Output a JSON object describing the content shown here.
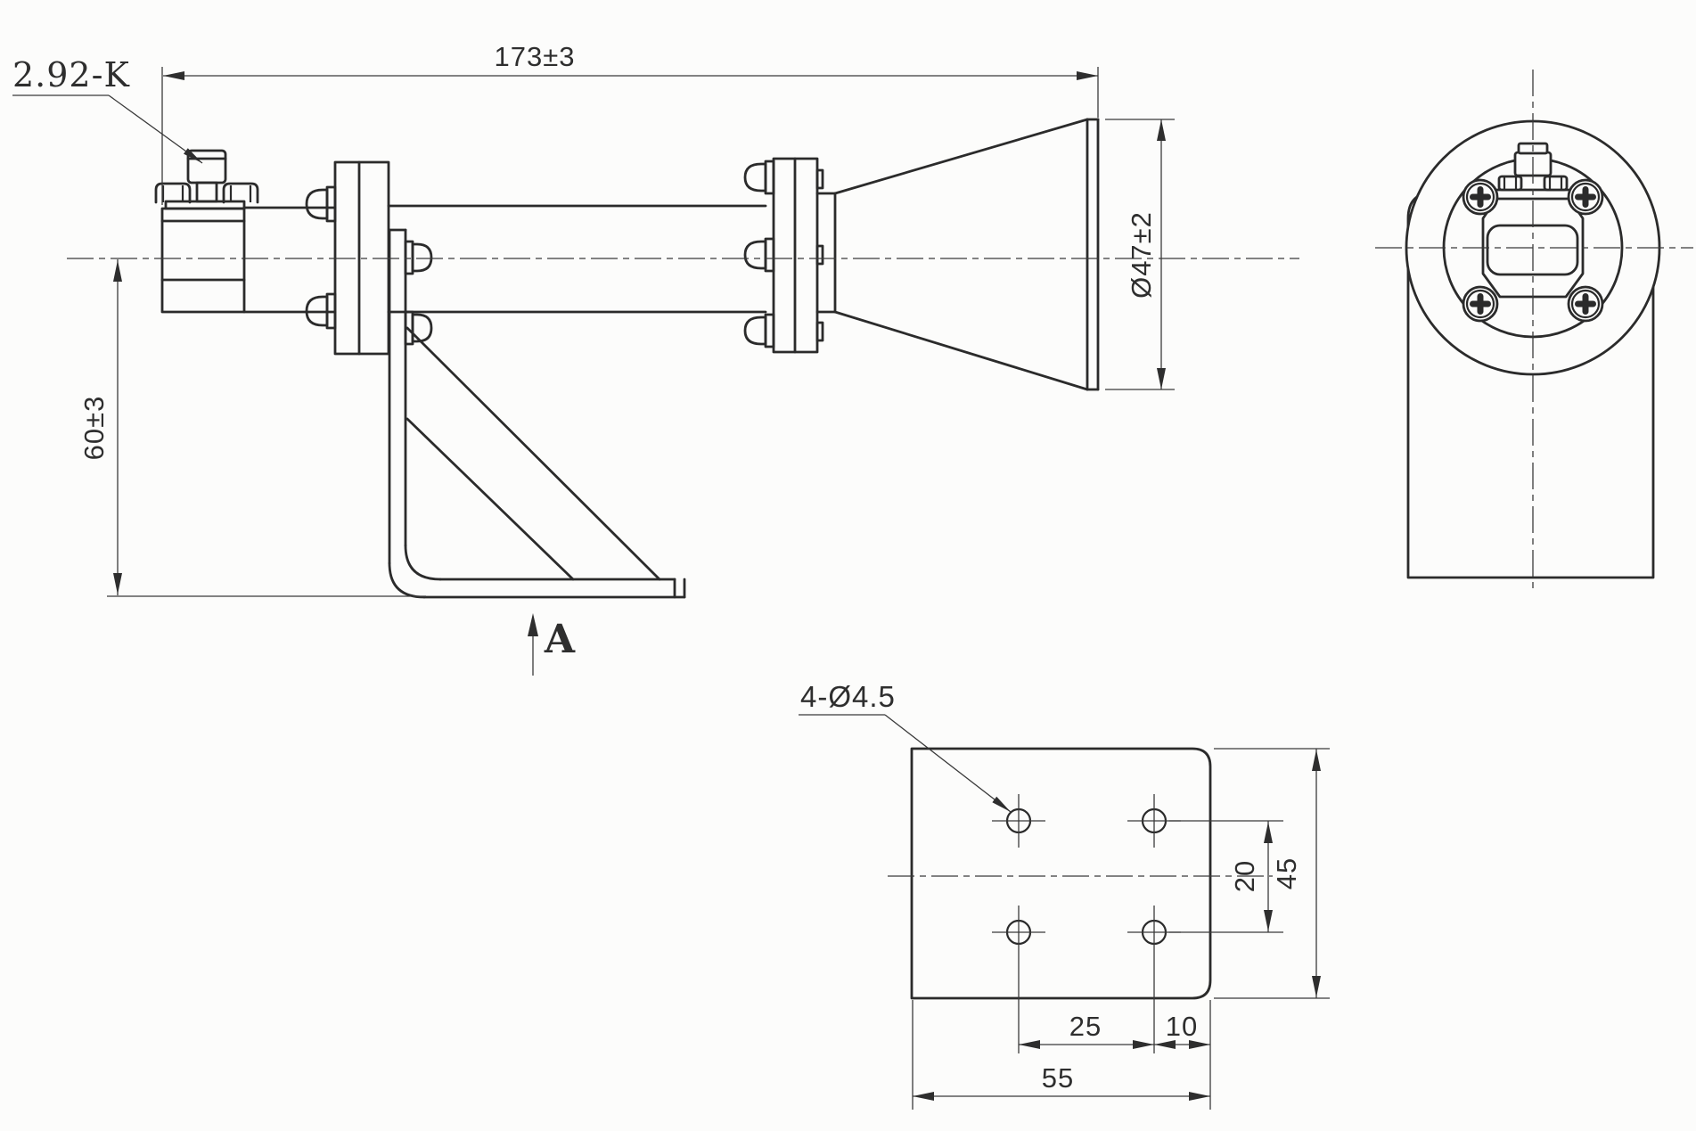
{
  "drawing": {
    "type": "engineering-drawing",
    "subject": "horn antenna with coax adapter and mounting bracket",
    "colors": {
      "line": "#2b2b2b",
      "background": "#fcfcfb"
    },
    "labels": {
      "connector_type": "2.92-K",
      "view_label": "A",
      "hole_callout": "4-Ø4.5"
    },
    "dimensions": {
      "overall_length": "173±3",
      "aperture_diameter": "Ø47±2",
      "axis_height": "60±3",
      "hole_row_spacing": "20",
      "bracket_plate_width": "45",
      "hole_column_spacing": "25",
      "hole_edge_distance": "10",
      "bracket_plate_length": "55"
    }
  }
}
